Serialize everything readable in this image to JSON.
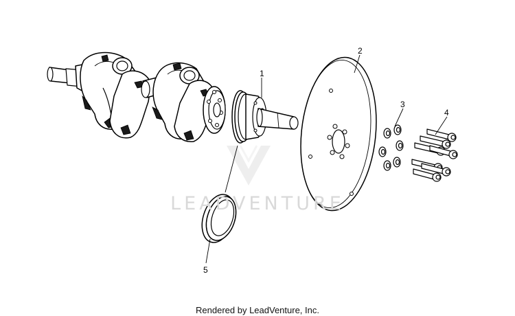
{
  "callouts": {
    "part1": "1",
    "part2": "2",
    "part3": "3",
    "part4": "4",
    "part5": "5"
  },
  "watermark": "LEADVENTURE",
  "footer": "Rendered by LeadVenture, Inc.",
  "colors": {
    "line": "#000000",
    "background": "#ffffff",
    "watermark": "#d9d9d9"
  }
}
